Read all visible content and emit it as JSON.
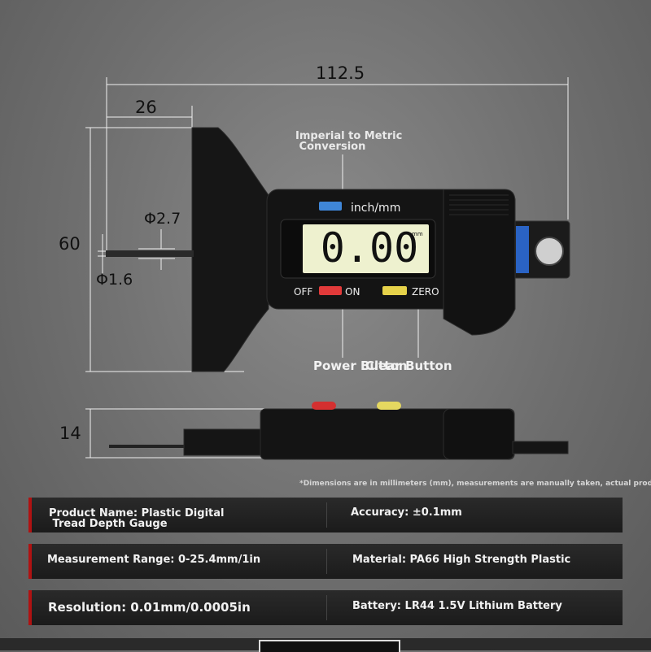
{
  "dimensions": {
    "overall_length": "112.5",
    "head_width": "26",
    "height": "60",
    "probe_diameter": "Φ2.7",
    "tip_diameter": "Φ1.6",
    "thickness": "14"
  },
  "callouts": {
    "conversion": "Imperial to Metric\n Conversion",
    "power": "Power Button",
    "clear": "Clear Button"
  },
  "device": {
    "lcd_value": "0.00",
    "lcd_unit": "mm",
    "unit_button_label": "inch/mm",
    "off_label": "OFF",
    "on_label": "ON",
    "zero_label": "ZERO",
    "colors": {
      "unit_button": "#3f86d8",
      "power_button": "#e23a3a",
      "zero_button": "#e6d24a",
      "lcd": "#eef1cf"
    }
  },
  "disclaimer": "*Dimensions are in millimeters (mm), measurements are manually taken, actual produ",
  "specs": [
    {
      "left": "Product Name: Plastic Digital\n Tread Depth Gauge",
      "right": "Accuracy: ±0.1mm"
    },
    {
      "left": "Measurement Range: 0-25.4mm/1in",
      "right": "Material: PA66 High Strength Plastic"
    },
    {
      "left": "Resolution: 0.01mm/0.0005in",
      "right": "Battery: LR44 1.5V Lithium Battery"
    }
  ]
}
